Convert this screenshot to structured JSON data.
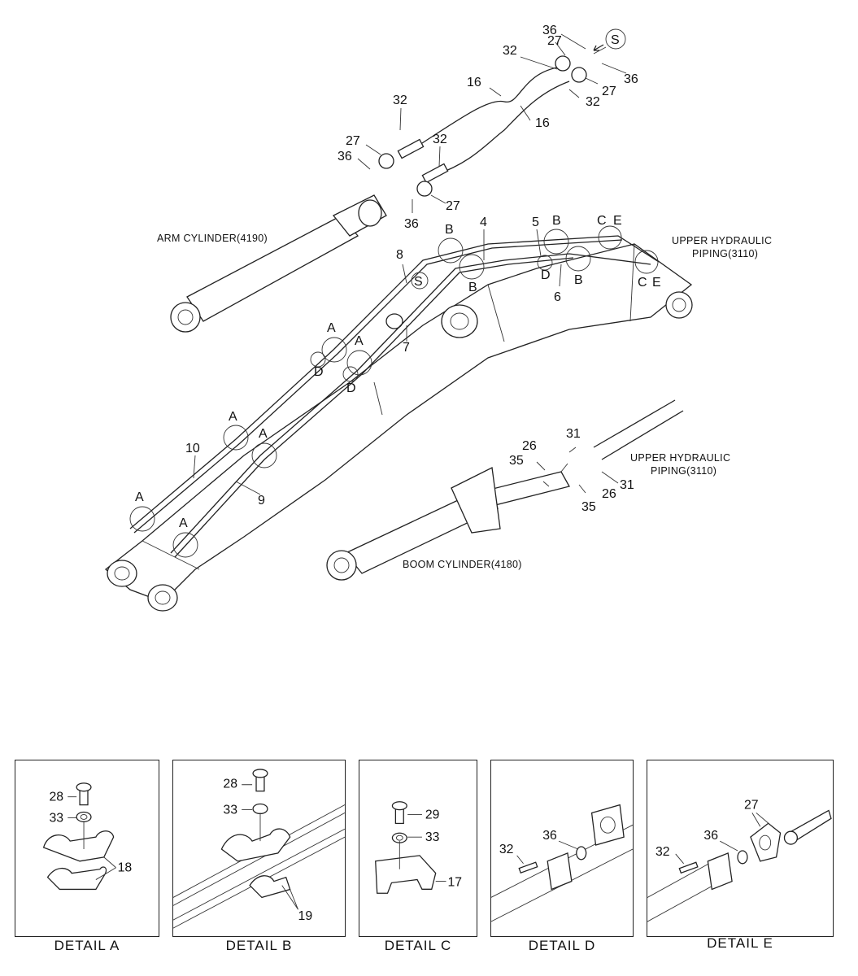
{
  "main": {
    "part_numbers": {
      "p16a": "16",
      "p16b": "16",
      "p32a": "32",
      "p32b": "32",
      "p32c": "32",
      "p32d": "32",
      "p27a": "27",
      "p27b": "27",
      "p27c": "27",
      "p27d": "27",
      "p36a": "36",
      "p36b": "36",
      "p36c": "36",
      "p36d": "36",
      "p4": "4",
      "p5": "5",
      "p6": "6",
      "p7": "7",
      "p8": "8",
      "p9": "9",
      "p10": "10",
      "p31a": "31",
      "p31b": "31",
      "p26a": "26",
      "p26b": "26",
      "p35a": "35",
      "p35b": "35"
    },
    "detail_refs": {
      "A": "A",
      "B": "B",
      "C": "C",
      "D": "D",
      "E": "E",
      "S": "S"
    },
    "captions": {
      "arm_cylinder": "ARM CYLINDER(4190)",
      "boom_cylinder": "BOOM CYLINDER(4180)",
      "upper_hydraulic_1_line1": "UPPER HYDRAULIC",
      "upper_hydraulic_1_line2": "PIPING(3110)",
      "upper_hydraulic_2_line1": "UPPER HYDRAULIC",
      "upper_hydraulic_2_line2": "PIPING(3110)"
    }
  },
  "details": {
    "a": {
      "title": "DETAIL  A",
      "labels": {
        "bolt": "28",
        "washer": "33",
        "clamp": "18"
      }
    },
    "b": {
      "title": "DETAIL  B",
      "labels": {
        "bolt": "28",
        "washer": "33",
        "clamp": "19"
      }
    },
    "c": {
      "title": "DETAIL  C",
      "labels": {
        "bolt": "29",
        "washer": "33",
        "clamp": "17"
      }
    },
    "d": {
      "title": "DETAIL  D",
      "labels": {
        "bolt": "32",
        "oring": "36"
      }
    },
    "e": {
      "title": "DETAIL  E",
      "labels": {
        "bolt": "32",
        "oring": "36",
        "flange": "27"
      }
    }
  }
}
